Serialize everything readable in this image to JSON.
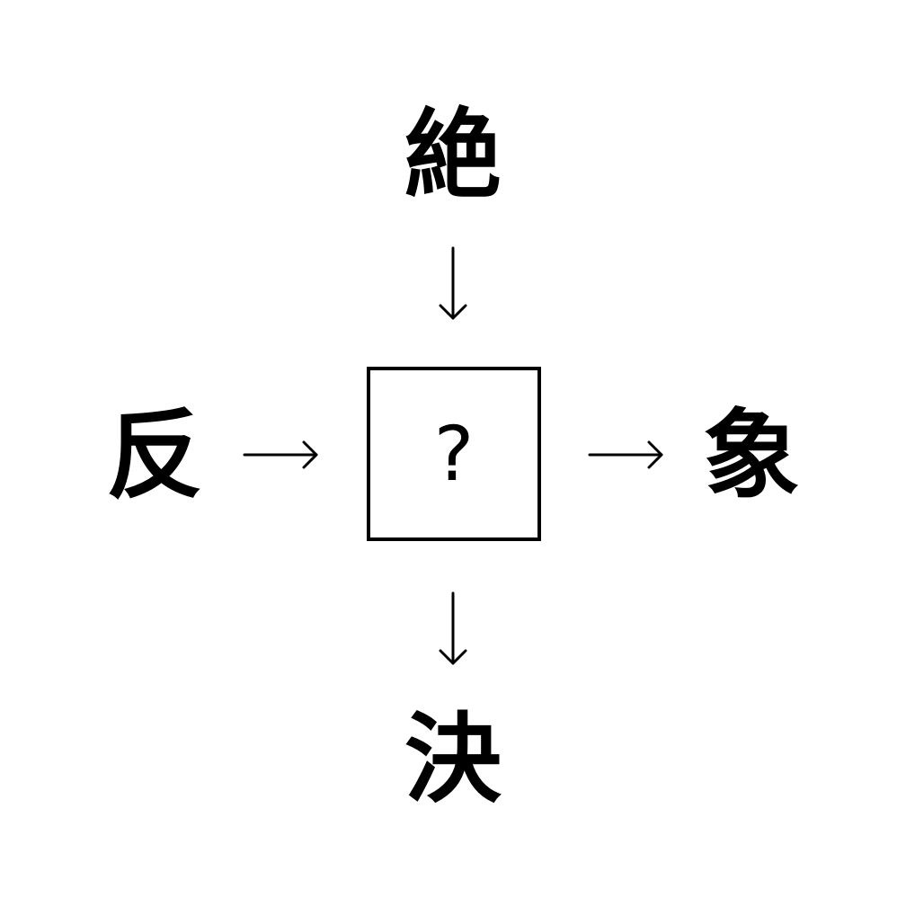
{
  "puzzle": {
    "top": "絶",
    "left": "反",
    "right": "象",
    "bottom": "決",
    "answer_placeholder": "?"
  }
}
